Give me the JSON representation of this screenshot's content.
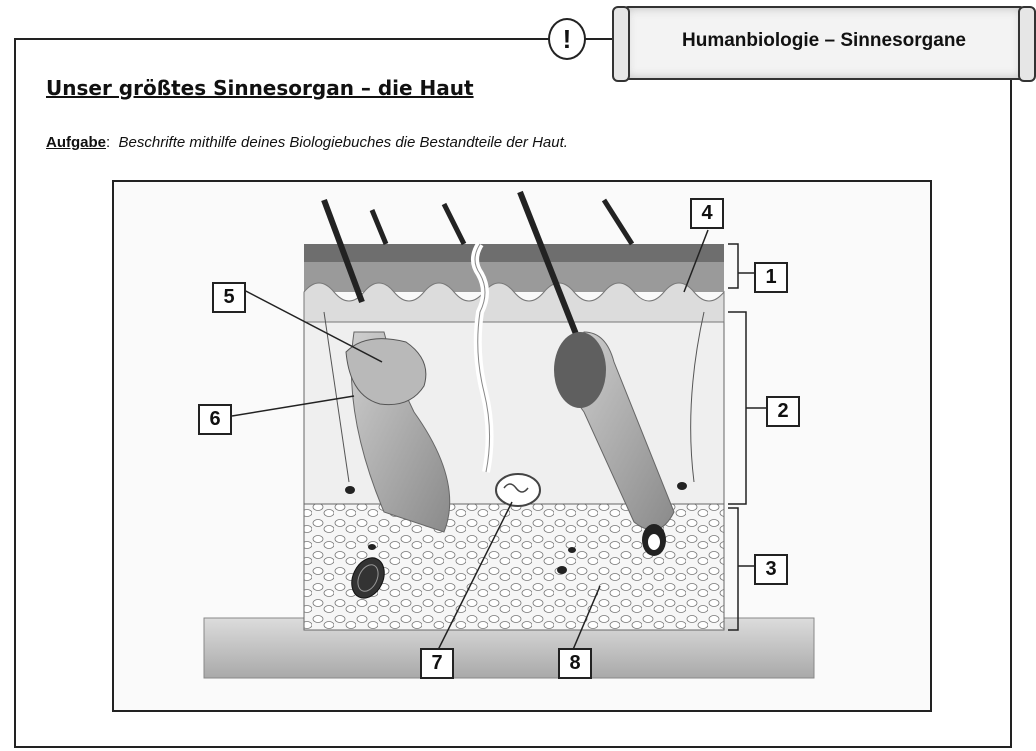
{
  "header": {
    "exclamation": "!",
    "subject_banner": "Humanbiologie – Sinnesorgane"
  },
  "worksheet": {
    "title": "Unser größtes Sinnesorgan – die Haut",
    "task_label": "Aufgabe",
    "task_separator": ":",
    "task_text": "Beschrifte mithilfe deines Biologiebuches die Bestandteile der Haut."
  },
  "figure": {
    "labels": [
      "1",
      "2",
      "3",
      "4",
      "5",
      "6",
      "7",
      "8"
    ]
  }
}
